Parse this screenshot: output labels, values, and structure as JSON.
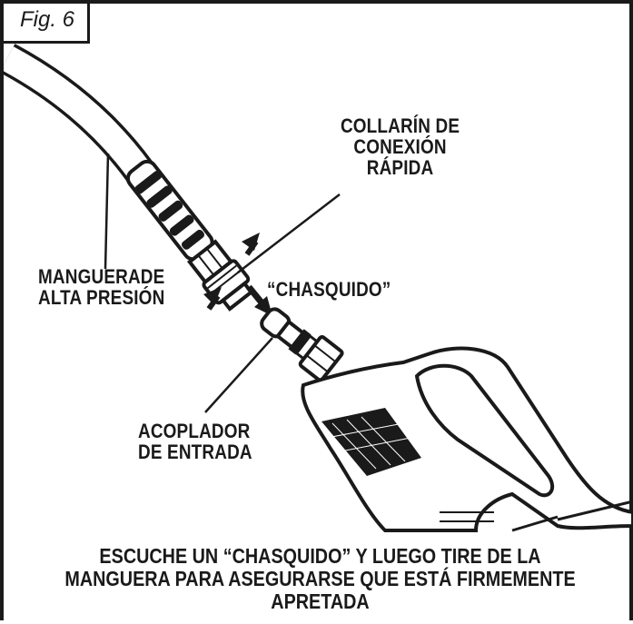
{
  "figure": {
    "label": "Fig. 6"
  },
  "callouts": {
    "collar": [
      "COLLARÍN DE",
      "CONEXIÓN",
      "RÁPIDA"
    ],
    "hose": [
      "MANGUERADE",
      "ALTA PRESIÓN"
    ],
    "click": "“CHASQUIDO”",
    "coupler": [
      "ACOPLADOR",
      "DE ENTRADA"
    ]
  },
  "instruction": [
    "ESCUCHE UN “CHASQUIDO” Y LUEGO TIRE DE LA",
    "MANGUERA PARA ASEGURARSE QUE ESTÁ FIRMEMENTE",
    "APRETADA"
  ],
  "colors": {
    "ink": "#1a1a1a",
    "light_gray": "#c8c8c8",
    "paper": "#ffffff"
  }
}
